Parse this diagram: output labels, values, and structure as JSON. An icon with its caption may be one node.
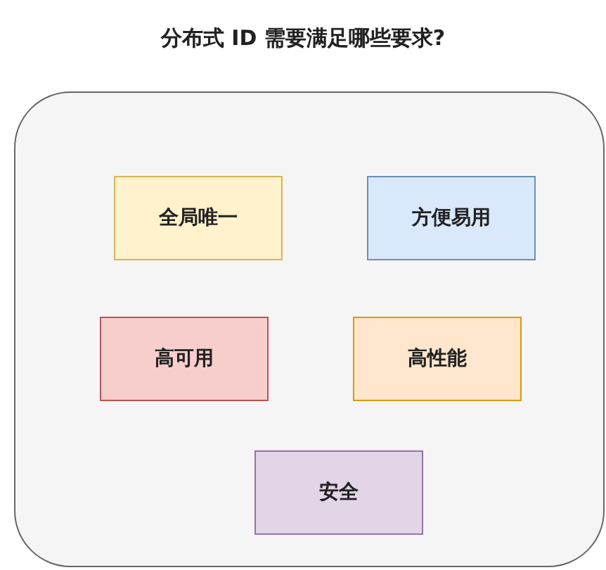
{
  "diagram": {
    "title": "分布式 ID 需要满足哪些要求?",
    "nodes": [
      {
        "text": [],
        "shape": "box"
      },
      {
        "text": [
          "全局唯一"
        ],
        "in": 0
      },
      {
        "text": [
          "方便易用"
        ],
        "in": 0
      },
      {
        "text": [
          "高可用"
        ],
        "in": 0
      },
      {
        "text": [
          "高性能"
        ],
        "in": 0
      },
      {
        "text": [
          "安全"
        ],
        "in": 0
      }
    ]
  }
}
